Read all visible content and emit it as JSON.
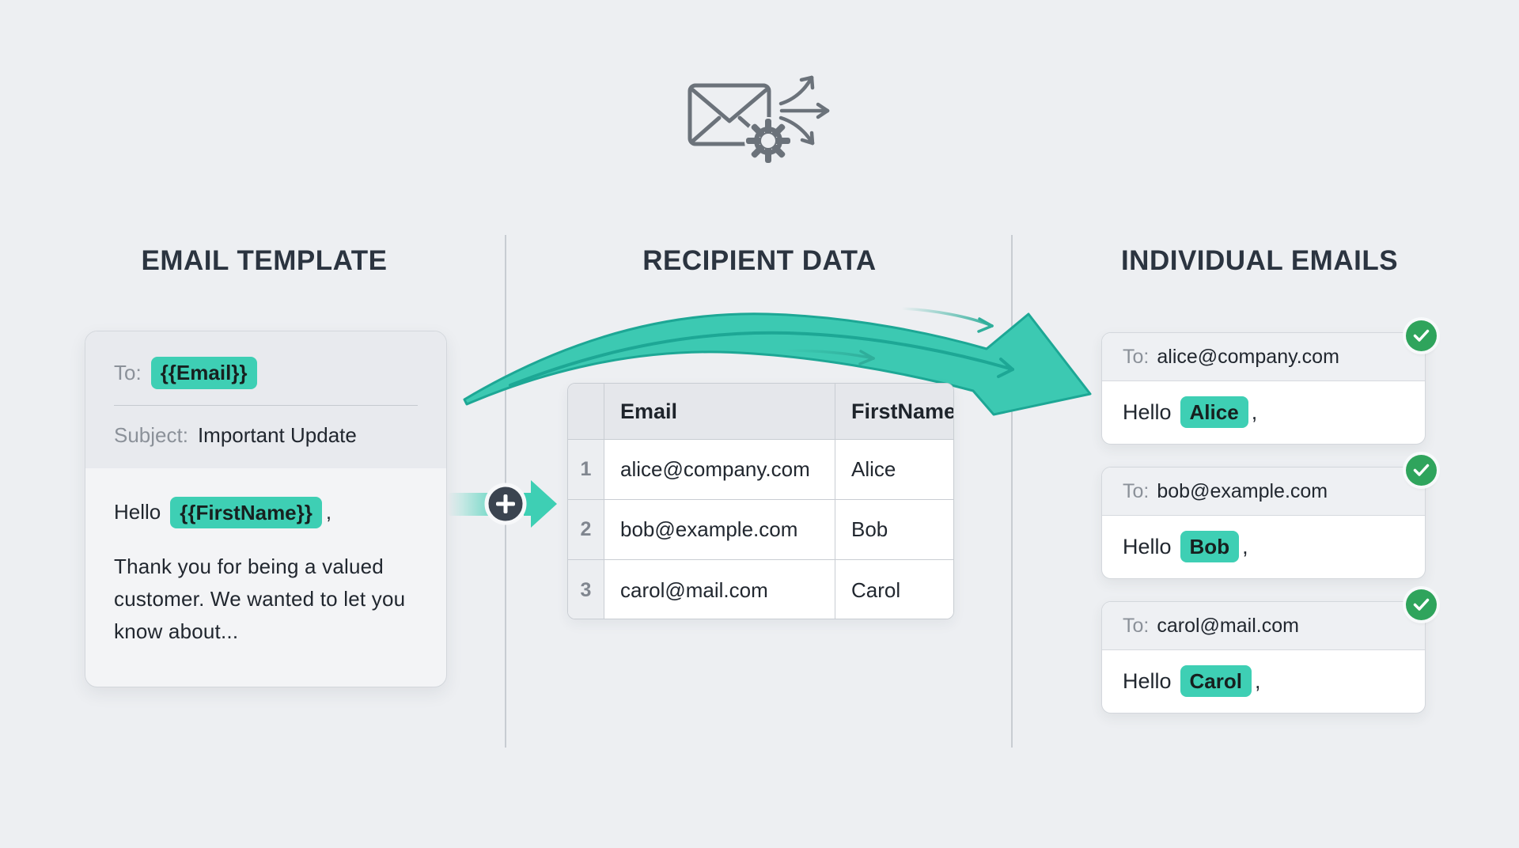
{
  "colors": {
    "background": "#edeff2",
    "accent_teal": "#3ecfb4",
    "swoosh_fill": "#3cc9b2",
    "swoosh_stroke": "#1da795",
    "thin_arrow": "#2fae9b",
    "success_green": "#2fa45c",
    "dark_circle": "#3b4450",
    "title_color": "#2b3440",
    "text_dark": "#21272f",
    "text_gray": "#8b9199",
    "icon_gray": "#6b727a",
    "card_border": "#d3d7dc",
    "card_header_bg": "#e8eaee",
    "card_body_bg": "#f3f4f6",
    "table_border": "#c9cdd3",
    "table_header_bg": "#e5e7eb",
    "rownum_bg": "#eceef1",
    "email_header_bg": "#eef0f3"
  },
  "icons": {
    "top": "envelope-with-gear-and-fanout-arrows",
    "merge": "plus-circle-with-arrow",
    "status": "check-circle"
  },
  "sections": {
    "template": {
      "title": "EMAIL TEMPLATE",
      "card": {
        "to_label": "To:",
        "to_token": "{{Email}}",
        "subject_label": "Subject:",
        "subject_value": "Important Update",
        "greeting": "Hello",
        "firstname_token": "{{FirstName}}",
        "comma": ",",
        "body_text": "Thank you for being a valued customer. We wanted to let you know about..."
      }
    },
    "recipients": {
      "title": "RECIPIENT DATA",
      "table": {
        "columns": [
          "Email",
          "FirstName"
        ],
        "rows": [
          {
            "num": "1",
            "email": "alice@company.com",
            "firstname": "Alice"
          },
          {
            "num": "2",
            "email": "bob@example.com",
            "firstname": "Bob"
          },
          {
            "num": "3",
            "email": "carol@mail.com",
            "firstname": "Carol"
          }
        ]
      }
    },
    "individual": {
      "title": "INDIVIDUAL EMAILS",
      "emails": [
        {
          "to_label": "To:",
          "to": "alice@company.com",
          "greeting": "Hello",
          "name": "Alice",
          "comma": ","
        },
        {
          "to_label": "To:",
          "to": "bob@example.com",
          "greeting": "Hello",
          "name": "Bob",
          "comma": ","
        },
        {
          "to_label": "To:",
          "to": "carol@mail.com",
          "greeting": "Hello",
          "name": "Carol",
          "comma": ","
        }
      ]
    }
  }
}
